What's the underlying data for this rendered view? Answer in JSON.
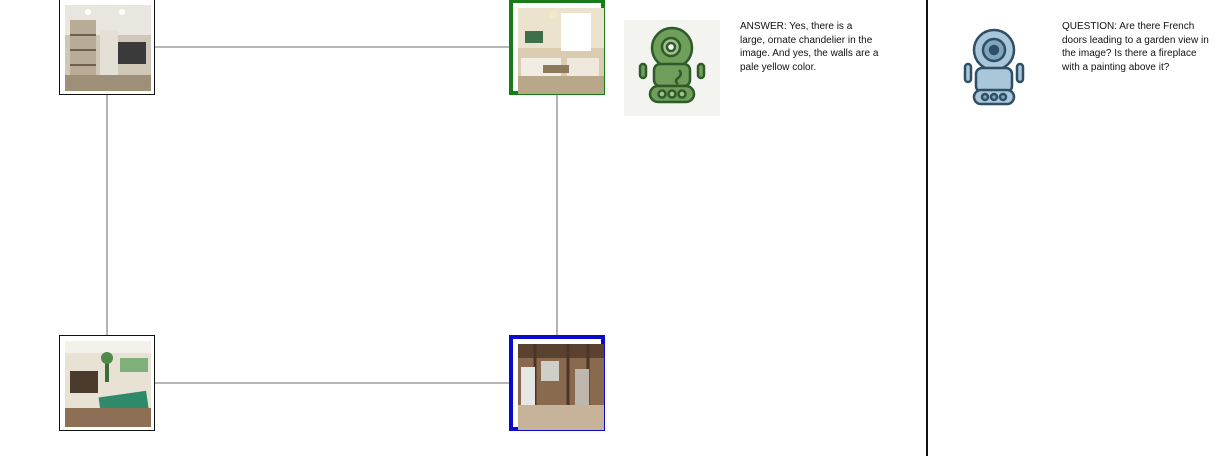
{
  "graph": {
    "nodes": [
      {
        "id": "workshop",
        "scene": "workshop",
        "highlight": "none"
      },
      {
        "id": "living-room",
        "scene": "living room",
        "highlight": "green"
      },
      {
        "id": "billiard-room",
        "scene": "billiard room",
        "highlight": "none"
      },
      {
        "id": "basement",
        "scene": "basement",
        "highlight": "blue"
      }
    ],
    "edges": [
      [
        "workshop",
        "living-room"
      ],
      [
        "workshop",
        "billiard-room"
      ],
      [
        "living-room",
        "basement"
      ],
      [
        "billiard-room",
        "basement"
      ]
    ],
    "colors": {
      "edge": "#8a8a8a",
      "default_border": "#111111",
      "green": "#1a7a1a",
      "blue": "#0a0acc"
    }
  },
  "answer_agent": {
    "icon": "green-robot-icon",
    "text": "ANSWER: Yes, there is a large, ornate chandelier in the image. And yes, the walls are a pale yellow color.",
    "colors": {
      "body": "#6f9f5a",
      "outline": "#2f5a2a",
      "panel": "#f3f3ef"
    }
  },
  "question_agent": {
    "icon": "blue-robot-icon",
    "text": "QUESTION: Are there French doors leading to a garden view in the image? Is there a fireplace with a painting above it?",
    "colors": {
      "body": "#a9c7d8",
      "outline": "#2f4f66"
    }
  }
}
